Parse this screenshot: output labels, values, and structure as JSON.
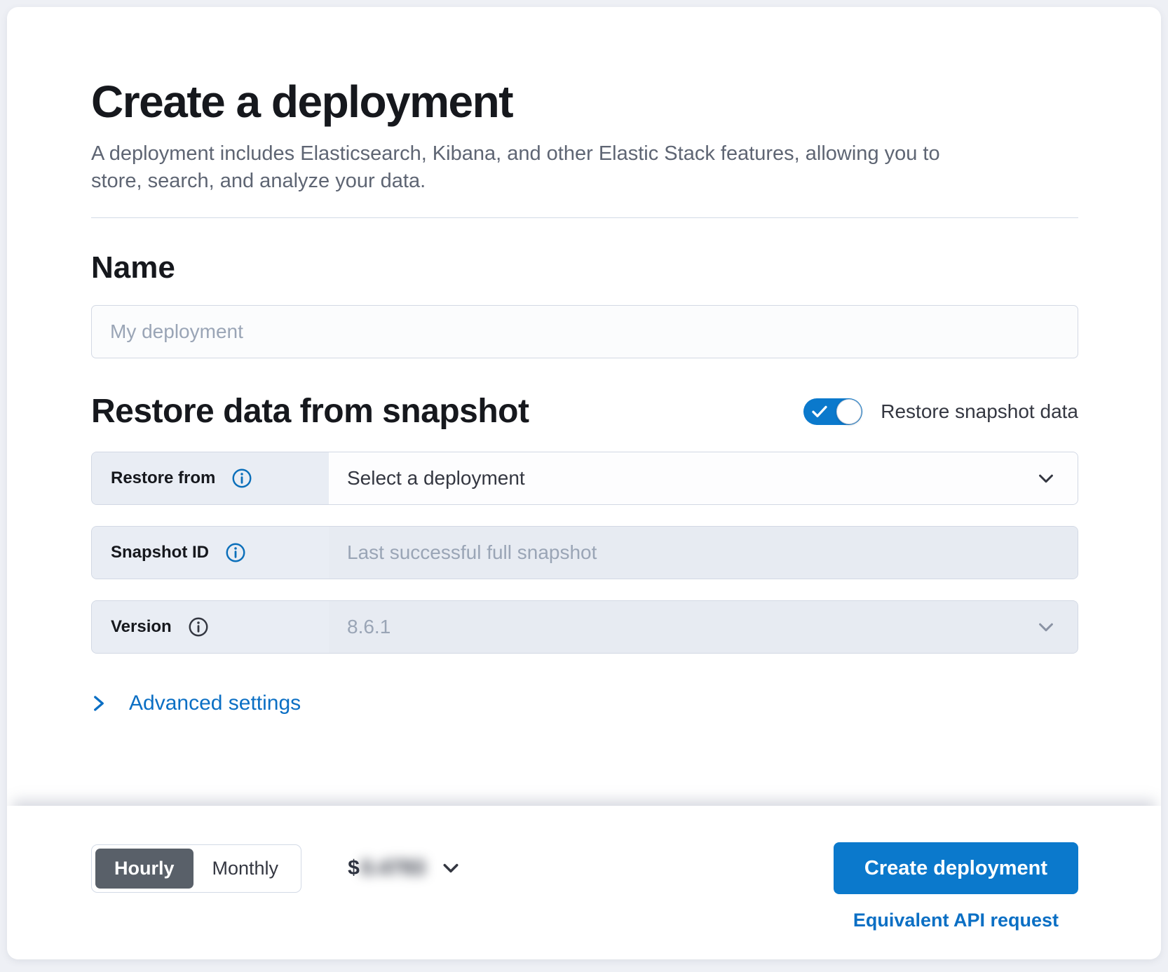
{
  "header": {
    "title": "Create a deployment",
    "subtitle": "A deployment includes Elasticsearch, Kibana, and other Elastic Stack features, allowing you to store, search, and analyze your data."
  },
  "name_section": {
    "heading": "Name",
    "input_placeholder": "My deployment"
  },
  "restore_section": {
    "heading": "Restore data from snapshot",
    "toggle_label": "Restore snapshot data",
    "toggle_on": true,
    "rows": [
      {
        "label": "Restore from",
        "value": "Select a deployment",
        "disabled": false
      },
      {
        "label": "Snapshot ID",
        "placeholder": "Last successful full snapshot",
        "disabled": true
      },
      {
        "label": "Version",
        "value": "8.6.1",
        "disabled": true
      }
    ],
    "advanced_settings_label": "Advanced settings"
  },
  "footer": {
    "billing_options": [
      "Hourly",
      "Monthly"
    ],
    "selected_billing": "Hourly",
    "price_currency": "$",
    "price_value": "0.4793",
    "price_blurred": true,
    "create_button_label": "Create deployment",
    "api_link_label": "Equivalent API request"
  },
  "colors": {
    "accent_blue": "#0b79cc",
    "link_blue": "#0b6fc4",
    "selected_billing_bg": "#596069",
    "label_cell_bg": "#e9edf4",
    "page_bg": "#eef0f5"
  }
}
